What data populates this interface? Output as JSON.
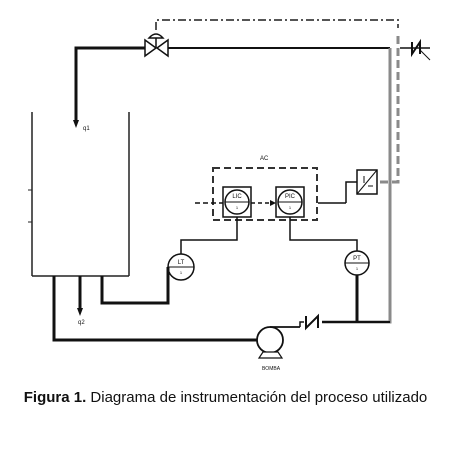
{
  "diagram": {
    "labels": {
      "q1": "q1",
      "q2": "q2",
      "ac": "AC",
      "lic": "LIC",
      "pic": "PIC",
      "lt": "LT",
      "pt": "PT",
      "bomba": "BOMBA",
      "lic_num": "1",
      "pic_num": "1",
      "lt_num": "1",
      "pt_num": "1"
    }
  },
  "caption": {
    "label": "Figura 1.",
    "text": " Diagrama de instrumentación del proceso utilizado"
  },
  "colors": {
    "process_line": "#111111",
    "gray_line": "#8a8a8a",
    "signal_dash": "#555555"
  }
}
